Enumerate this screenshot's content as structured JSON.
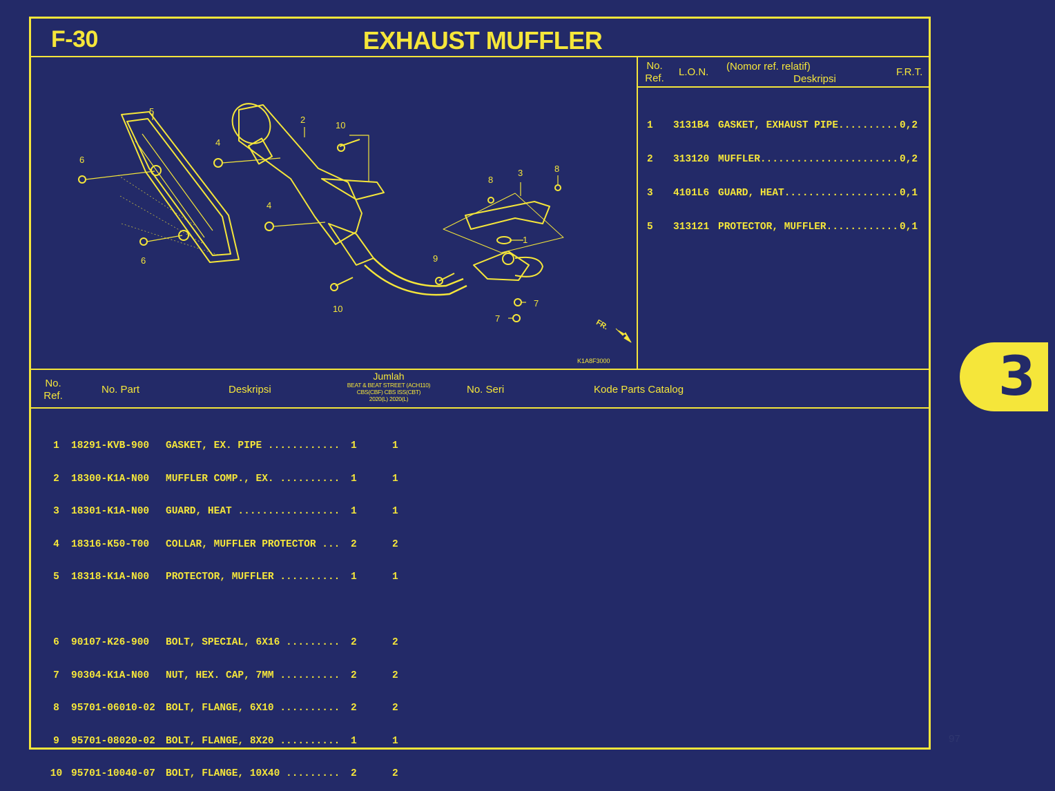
{
  "header": {
    "code": "F-30",
    "title": "EXHAUST MUFFLER"
  },
  "frt_table": {
    "col_no_ref_1": "No.",
    "col_no_ref_2": "Ref.",
    "col_lon": "L.O.N.",
    "col_desc_1": "(Nomor ref. relatif)",
    "col_desc_2": "Deskripsi",
    "col_frt": "F.R.T.",
    "rows": [
      {
        "ref": "1",
        "lon": "3131B4",
        "desc": "GASKET, EXHAUST PIPE..........",
        "frt": "0,2"
      },
      {
        "ref": "2",
        "lon": "313120",
        "desc": "MUFFLER.......................",
        "frt": "0,2"
      },
      {
        "ref": "3",
        "lon": "4101L6",
        "desc": "GUARD, HEAT...................",
        "frt": "0,1"
      },
      {
        "ref": "5",
        "lon": "313121",
        "desc": "PROTECTOR, MUFFLER............",
        "frt": "0,1"
      }
    ]
  },
  "diagram": {
    "code": "K1A8F3000",
    "direction_label": "FR.",
    "callouts": [
      "5",
      "4",
      "6",
      "4",
      "6",
      "2",
      "10",
      "10",
      "8",
      "3",
      "8",
      "1",
      "9",
      "7",
      "7"
    ]
  },
  "parts_table": {
    "col_no_ref_1": "No.",
    "col_no_ref_2": "Ref.",
    "col_part": "No. Part",
    "col_desc": "Deskripsi",
    "col_qty": "Jumlah",
    "col_qty_a_1": "BEAT & BEAT STREET (ACH110)",
    "col_qty_a_2": "CBS(CBF)  CBS ISS(CBT)",
    "col_qty_a_3": "2020(L)        2020(L)",
    "col_serial": "No. Seri",
    "col_catalog": "Kode Parts Catalog",
    "group1": [
      {
        "ref": "1",
        "part": "18291-KVB-900",
        "desc": "GASKET, EX. PIPE ............",
        "q1": "1",
        "q2": "1"
      },
      {
        "ref": "2",
        "part": "18300-K1A-N00",
        "desc": "MUFFLER COMP., EX. ..........",
        "q1": "1",
        "q2": "1"
      },
      {
        "ref": "3",
        "part": "18301-K1A-N00",
        "desc": "GUARD, HEAT .................",
        "q1": "1",
        "q2": "1"
      },
      {
        "ref": "4",
        "part": "18316-K50-T00",
        "desc": "COLLAR, MUFFLER PROTECTOR ...",
        "q1": "2",
        "q2": "2"
      },
      {
        "ref": "5",
        "part": "18318-K1A-N00",
        "desc": "PROTECTOR, MUFFLER ..........",
        "q1": "1",
        "q2": "1"
      }
    ],
    "group2": [
      {
        "ref": "6",
        "part": "90107-K26-900",
        "desc": "BOLT, SPECIAL, 6X16 .........",
        "q1": "2",
        "q2": "2"
      },
      {
        "ref": "7",
        "part": "90304-K1A-N00",
        "desc": "NUT, HEX. CAP, 7MM ..........",
        "q1": "2",
        "q2": "2"
      },
      {
        "ref": "8",
        "part": "95701-06010-02",
        "desc": "BOLT, FLANGE, 6X10 ..........",
        "q1": "2",
        "q2": "2"
      },
      {
        "ref": "9",
        "part": "95701-08020-02",
        "desc": "BOLT, FLANGE, 8X20 ..........",
        "q1": "1",
        "q2": "1"
      },
      {
        "ref": "10",
        "part": "95701-10040-07",
        "desc": "BOLT, FLANGE, 10X40 .........",
        "q1": "2",
        "q2": "2"
      }
    ]
  },
  "section_tab": "3",
  "page_number": "97",
  "colors": {
    "background": "#232a68",
    "accent": "#f5e63a"
  }
}
